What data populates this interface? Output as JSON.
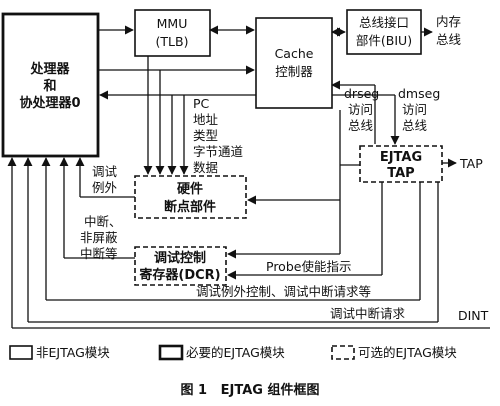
{
  "blocks": {
    "cpu": [
      "处理器",
      "和",
      "协处理器0"
    ],
    "mmu": [
      "MMU",
      "(TLB)"
    ],
    "cache": [
      "Cache",
      "控制器"
    ],
    "biu": [
      "总线接口",
      "部件(BIU)"
    ],
    "hwbp": [
      "硬件",
      "断点部件"
    ],
    "dcr": [
      "调试控制",
      "寄存器(DCR)"
    ],
    "ejtag_tap": [
      "EJTAG",
      "TAP"
    ]
  },
  "signals": {
    "mem_bus": [
      "内存",
      "总线"
    ],
    "pc_addr": [
      "PC",
      "地址",
      "类型",
      "字节通道",
      "数据"
    ],
    "drseg": [
      "drseg",
      "访问",
      "总线"
    ],
    "dmseg": [
      "dmseg",
      "访问",
      "总线"
    ],
    "tap": "TAP",
    "debug_exception": [
      "调试",
      "例外"
    ],
    "interrupts": [
      "中断、",
      "非屏蔽",
      "中断等"
    ],
    "probe_enable": "Probe使能指示",
    "debug_ctrl": "调试例外控制、调试中断请求等",
    "debug_irq": "调试中断请求",
    "dint": "DINT"
  },
  "legend": {
    "non_ejtag": "非EJTAG模块",
    "required": "必要的EJTAG模块",
    "optional": "可选的EJTAG模块"
  },
  "caption": "图 1   EJTAG 组件框图"
}
